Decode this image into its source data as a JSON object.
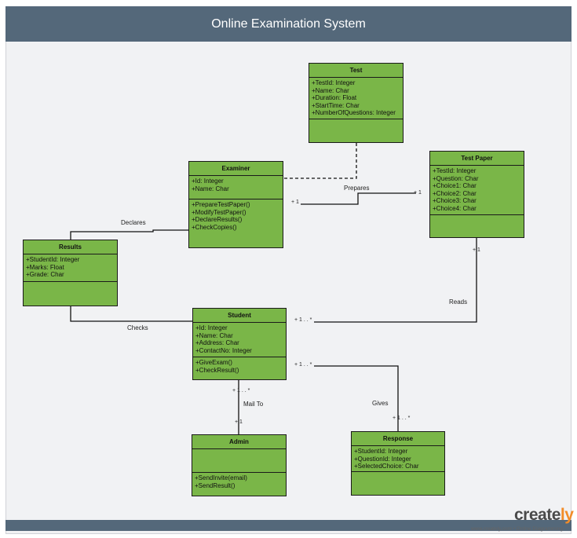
{
  "page": {
    "title": "Online Examination System",
    "brand": {
      "text_main": "create",
      "text_accent": "ly"
    },
    "brand_sub": "www.creately.com • Online Diagramming"
  },
  "classes": {
    "test": {
      "name": "Test",
      "attrs": [
        "+TestId: Integer",
        "+Name: Char",
        "+Duration: Float",
        "+StartTime: Char",
        "+NumberOfQuestions: Integer"
      ],
      "ops": []
    },
    "examiner": {
      "name": "Examiner",
      "attrs": [
        "+Id: Integer",
        "+Name: Char"
      ],
      "ops": [
        "+PrepareTestPaper()",
        "+ModifyTestPaper()",
        "+DeclareResults()",
        "+CheckCopies()"
      ]
    },
    "testpaper": {
      "name": "Test Paper",
      "attrs": [
        "+TestId: Integer",
        "+Question: Char",
        "+Choice1: Char",
        "+Choice2: Char",
        "+Choice3: Char",
        "+Choice4: Char"
      ],
      "ops": []
    },
    "results": {
      "name": "Results",
      "attrs": [
        "+StudentId: Integer",
        "+Marks: Float",
        "+Grade: Char"
      ],
      "ops": []
    },
    "student": {
      "name": "Student",
      "attrs": [
        "+Id: Integer",
        "+Name: Char",
        "+Address: Char",
        "+ContactNo: Integer"
      ],
      "ops": [
        "+GiveExam()",
        "+CheckResult()"
      ]
    },
    "admin": {
      "name": "Admin",
      "attrs": [],
      "ops": [
        "+SendInvite(email)",
        "+SendResult()"
      ]
    },
    "response": {
      "name": "Response",
      "attrs": [
        "+StudentId: Integer",
        "+QuestionId: Integer",
        "+SelectedChoice: Char"
      ],
      "ops": []
    }
  },
  "relations": {
    "declares": "Declares",
    "prepares": "Prepares",
    "reads": "Reads",
    "checks": "Checks",
    "mail_to": "Mail To",
    "gives": "Gives"
  },
  "multiplicities": {
    "examiner_prepares": "+ 1",
    "testpaper_prepares": "+ 1",
    "testpaper_reads": "+ 1",
    "student_reads": "+ 1 . . *",
    "student_gives": "+ 1 . . *",
    "response_gives": "+ 1 . . *",
    "student_mail": "+ 1 . . *",
    "admin_mail": "+ 1"
  },
  "colors": {
    "class_fill": "#7ab648",
    "header_bar": "#54687a",
    "canvas": "#f1f2f4",
    "brand_accent": "#f28c28"
  }
}
